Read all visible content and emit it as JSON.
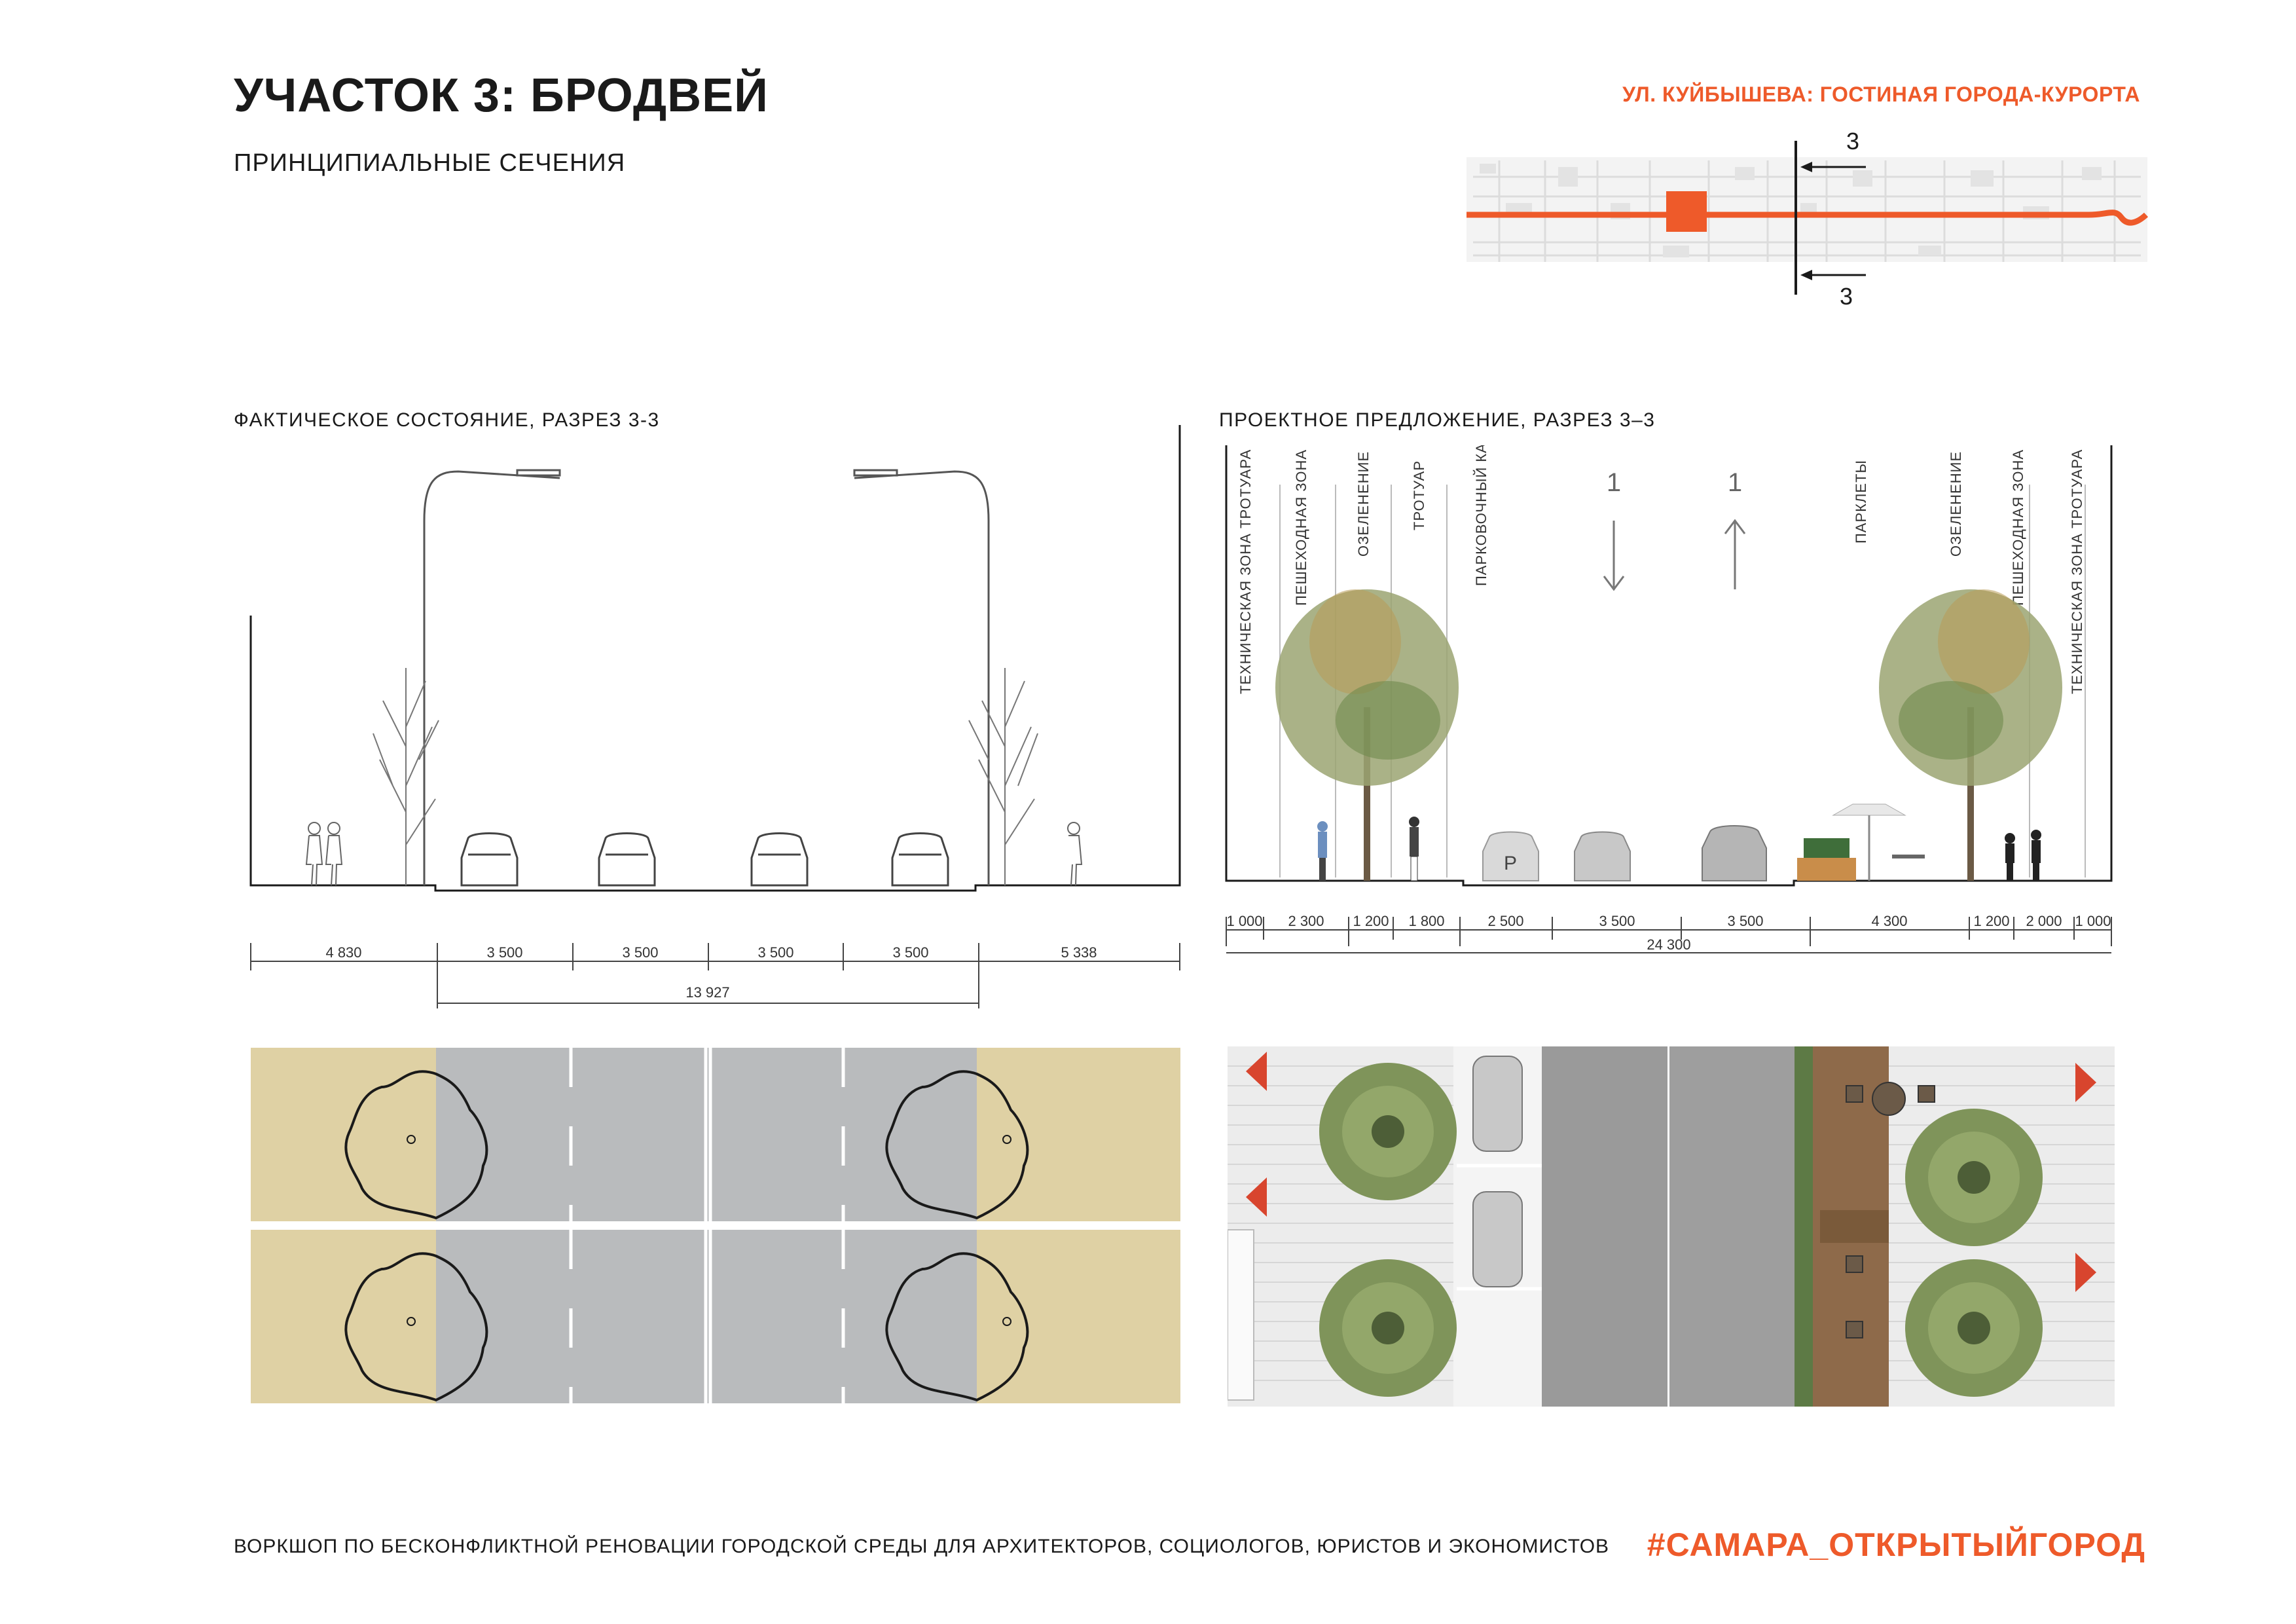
{
  "header": {
    "title": "УЧАСТОК 3: БРОДВЕЙ",
    "subtitle": "ПРИНЦИПИАЛЬНЫЕ СЕЧЕНИЯ",
    "project": "УЛ. КУЙБЫШЕВА: ГОСТИНАЯ ГОРОДА-КУРОРТА"
  },
  "key_map": {
    "section_mark_top": "3",
    "section_mark_bottom": "3",
    "accent_color": "#ee5a2a"
  },
  "existing": {
    "label": "ФАКТИЧЕСКОЕ СОСТОЯНИЕ, РАЗРЕЗ 3-3",
    "dims": [
      "4 830",
      "3 500",
      "3 500",
      "3 500",
      "3 500",
      "5 338"
    ],
    "total": "13 927"
  },
  "proposed": {
    "label": "ПРОЕКТНОЕ ПРЕДЛОЖЕНИЕ, РАЗРЕЗ 3–3",
    "zones": [
      "ТЕХНИЧЕСКАЯ ЗОНА ТРОТУАРА",
      "ПЕШЕХОДНАЯ ЗОНА",
      "ОЗЕЛЕНЕНИЕ",
      "ТРОТУАР",
      "ПАРКОВОЧНЫЙ КАРМАН",
      "ПАРКЛЕТЫ",
      "ОЗЕЛЕНЕНИЕ",
      "ПЕШЕХОДНАЯ ЗОНА",
      "ТЕХНИЧЕСКАЯ ЗОНА ТРОТУАРА"
    ],
    "lanes": [
      "1",
      "1"
    ],
    "parking_sign": "P",
    "dims": [
      "1 000",
      "2 300",
      "1 200",
      "1 800",
      "2 500",
      "3 500",
      "3 500",
      "4 300",
      "1 200",
      "2 000",
      "1 000"
    ],
    "total": "24 300"
  },
  "footer": {
    "text": "ВОРКШОП ПО БЕСКОНФЛИКТНОЙ РЕНОВАЦИИ ГОРОДСКОЙ СРЕДЫ ДЛЯ АРХИТЕКТОРОВ, СОЦИОЛОГОВ, ЮРИСТОВ И ЭКОНОМИСТОВ",
    "hashtag": "#САМАРА_ОТКРЫТЫЙГОРОД"
  }
}
